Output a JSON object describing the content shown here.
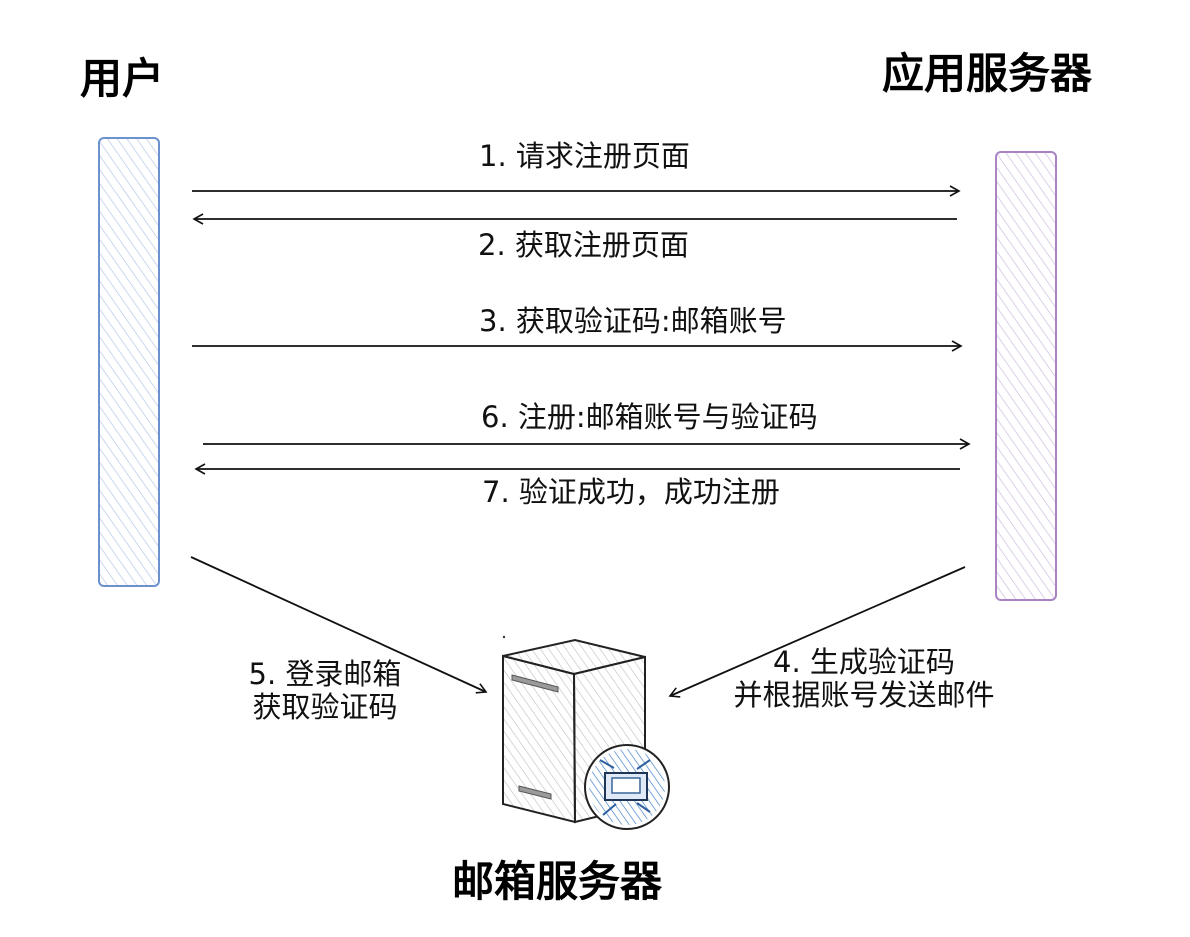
{
  "nodes": {
    "user_title": "用户",
    "app_server_title": "应用服务器",
    "mail_server_title": "邮箱服务器"
  },
  "messages": {
    "step1": "1. 请求注册页面",
    "step2": "2. 获取注册页面",
    "step3": "3. 获取验证码:邮箱账号",
    "step6": "6. 注册:邮箱账号与验证码",
    "step7": "7. 验证成功，成功注册",
    "step5_line1": "5. 登录邮箱",
    "step5_line2": "获取验证码",
    "step4_line1": "4. 生成验证码",
    "step4_line2": "并根据账号发送邮件"
  },
  "icons": {
    "server": "mail-server-icon"
  },
  "colors": {
    "user_lifeline": "#6b92cf",
    "server_lifeline": "#a983c2",
    "arrows": "#111111"
  }
}
